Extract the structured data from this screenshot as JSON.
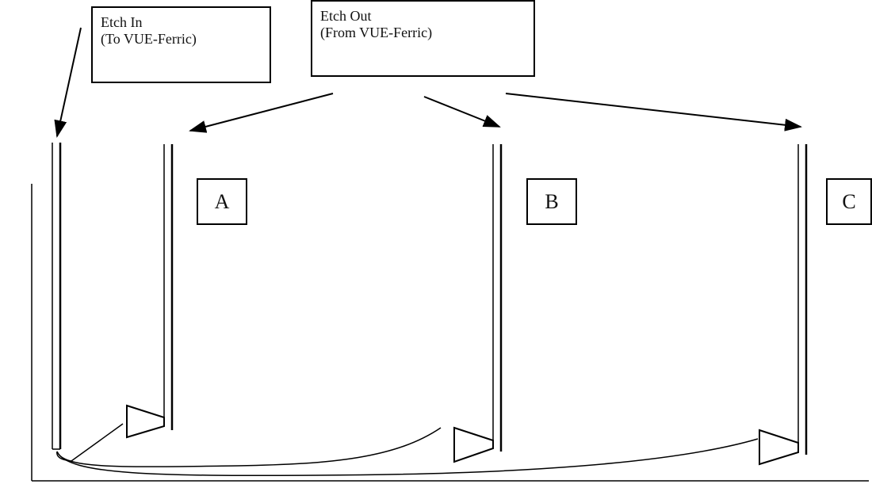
{
  "etch_in": {
    "line1": "Etch In",
    "line2": "(To VUE-Ferric)"
  },
  "etch_out": {
    "line1": "Etch Out",
    "line2": "(From VUE-Ferric)"
  },
  "labels": {
    "a": "A",
    "b": "B",
    "c": "C"
  },
  "colors": {
    "stroke": "#000000",
    "background": "#ffffff"
  }
}
